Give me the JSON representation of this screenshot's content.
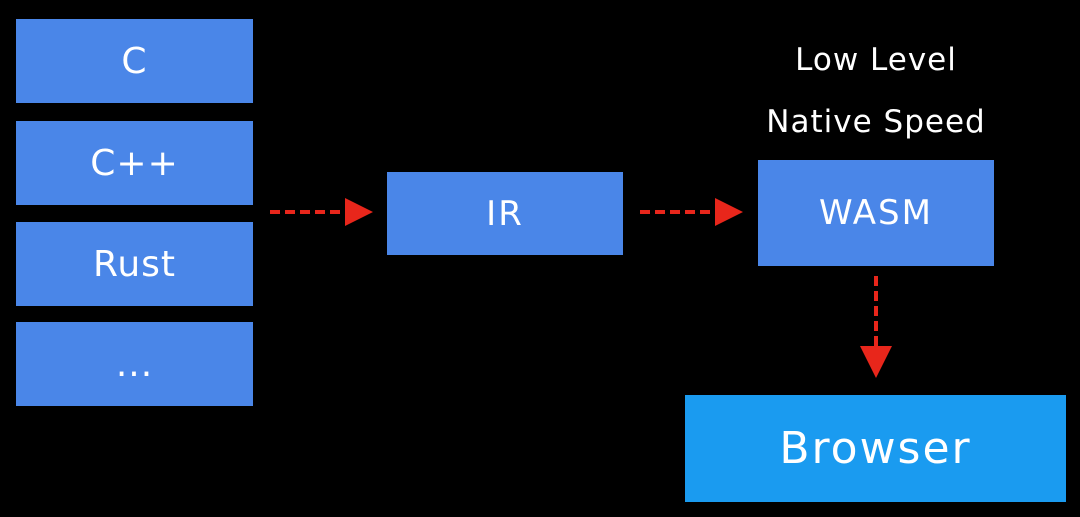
{
  "colors": {
    "background": "#000000",
    "box": "#4a86e8",
    "browser_box": "#1a9bf0",
    "arrow": "#e8261b",
    "text": "#ffffff"
  },
  "sources": [
    {
      "label": "C"
    },
    {
      "label": "C++"
    },
    {
      "label": "Rust"
    },
    {
      "label": "..."
    }
  ],
  "ir": {
    "label": "IR"
  },
  "wasm": {
    "label": "WASM",
    "caption_line_1": "Low Level",
    "caption_line_2": "Native Speed"
  },
  "browser": {
    "label": "Browser"
  }
}
